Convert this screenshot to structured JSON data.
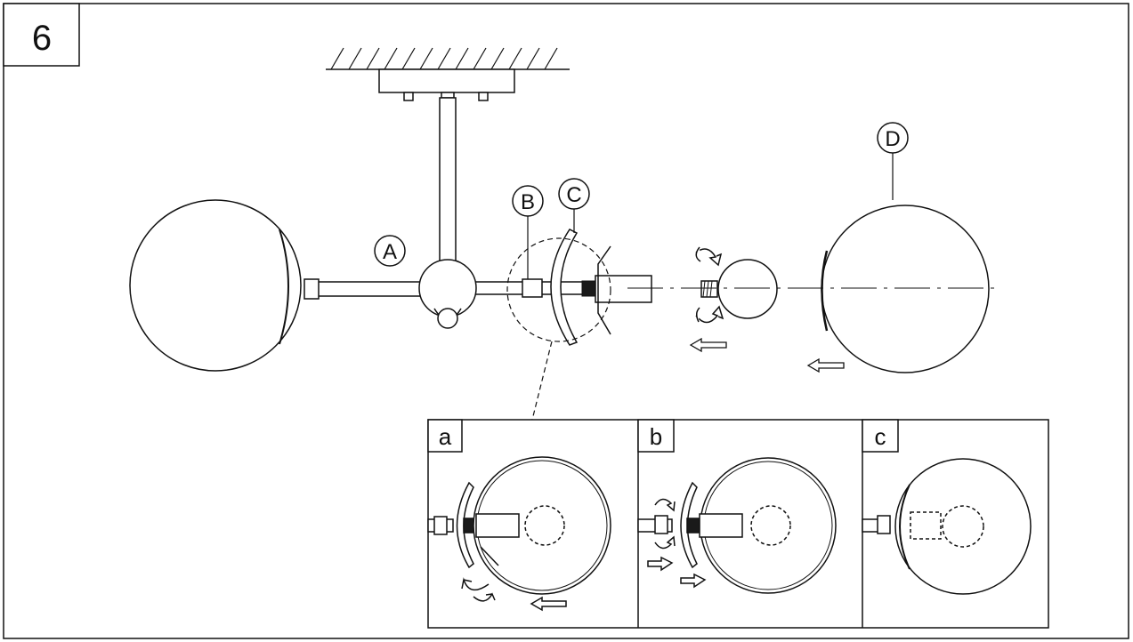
{
  "step": {
    "number": "6"
  },
  "callouts": {
    "A": "A",
    "B": "B",
    "C": "C",
    "D": "D"
  },
  "details": [
    {
      "letter": "a"
    },
    {
      "letter": "b"
    },
    {
      "letter": "c"
    }
  ],
  "colors": {
    "line": "#111111",
    "fill": "#ffffff",
    "dark": "#1a1a1a"
  }
}
